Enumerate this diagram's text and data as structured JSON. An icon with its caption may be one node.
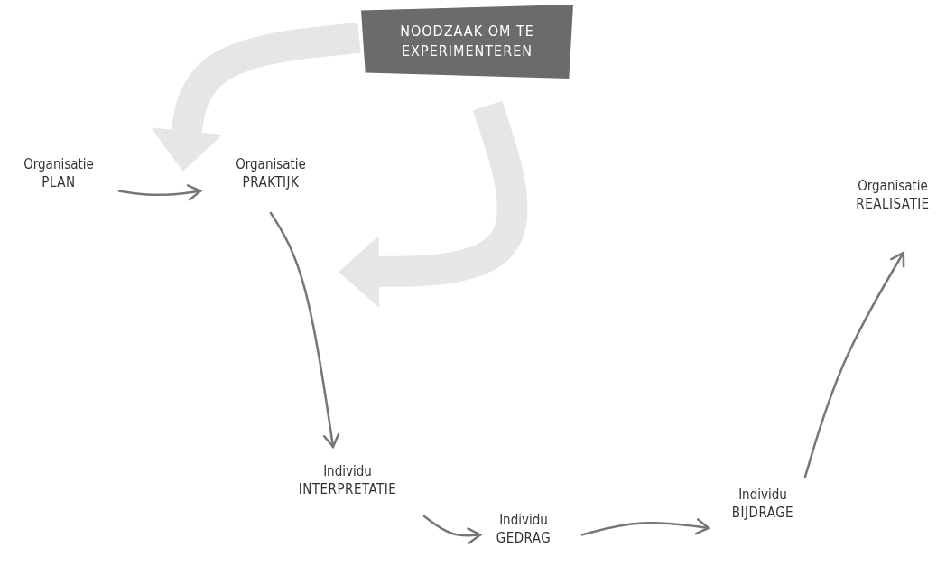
{
  "diagram": {
    "nodes": [
      {
        "text": [
          "NOODZAAK OM TE EXPERIMENTEREN"
        ]
      },
      {
        "text": [
          "Organisatie",
          "PLAN"
        ]
      },
      {
        "text": [
          "Organisatie",
          "PRAKTIJK"
        ]
      },
      {
        "text": [
          "Organisatie",
          "REALISATIE"
        ]
      },
      {
        "text": [
          "Individu",
          "INTERPRETATIE"
        ]
      },
      {
        "text": [
          "Individu",
          "GEDRAG"
        ]
      },
      {
        "text": [
          "Individu",
          "BIJDRAGE"
        ]
      }
    ],
    "edges": [
      {
        "from": 0,
        "to": 2,
        "arrow": "to",
        "style": "thick",
        "color": "#e6e6e6"
      },
      {
        "from": 0,
        "to": 2,
        "arrow": "to",
        "style": "thick",
        "color": "#e6e6e6"
      },
      {
        "from": 1,
        "to": 2,
        "arrow": "to"
      },
      {
        "from": 2,
        "to": 4,
        "arrow": "to"
      },
      {
        "from": 4,
        "to": 5,
        "arrow": "to"
      },
      {
        "from": 5,
        "to": 6,
        "arrow": "to"
      },
      {
        "from": 6,
        "to": 3,
        "arrow": "to"
      }
    ]
  }
}
